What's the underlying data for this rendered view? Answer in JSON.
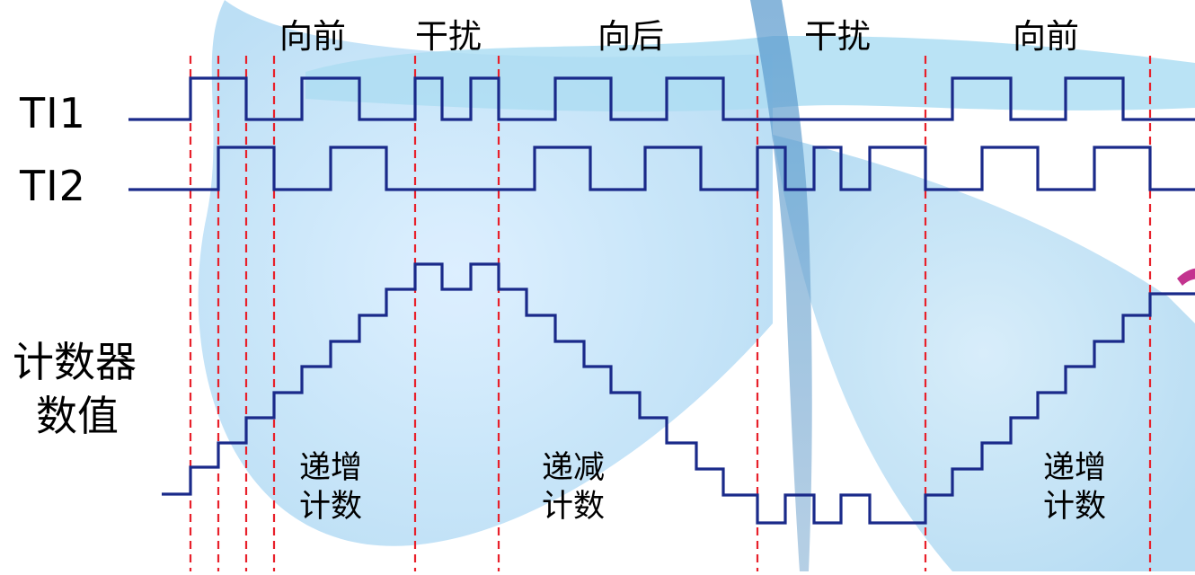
{
  "phases": [
    "向前",
    "干扰",
    "向后",
    "干扰",
    "向前"
  ],
  "signals": {
    "ti1": "TI1",
    "ti2": "TI2"
  },
  "counter_label": [
    "计数器",
    "数值"
  ],
  "modes": [
    {
      "line1": "递增",
      "line2": "计数"
    },
    {
      "line1": "递减",
      "line2": "计数"
    },
    {
      "line1": "递增",
      "line2": "计数"
    }
  ],
  "colors": {
    "waveform": "#1a2a8a",
    "marker": "#e8202a",
    "background_light": "#cce6f6",
    "background_mid": "#9fd3ee"
  }
}
